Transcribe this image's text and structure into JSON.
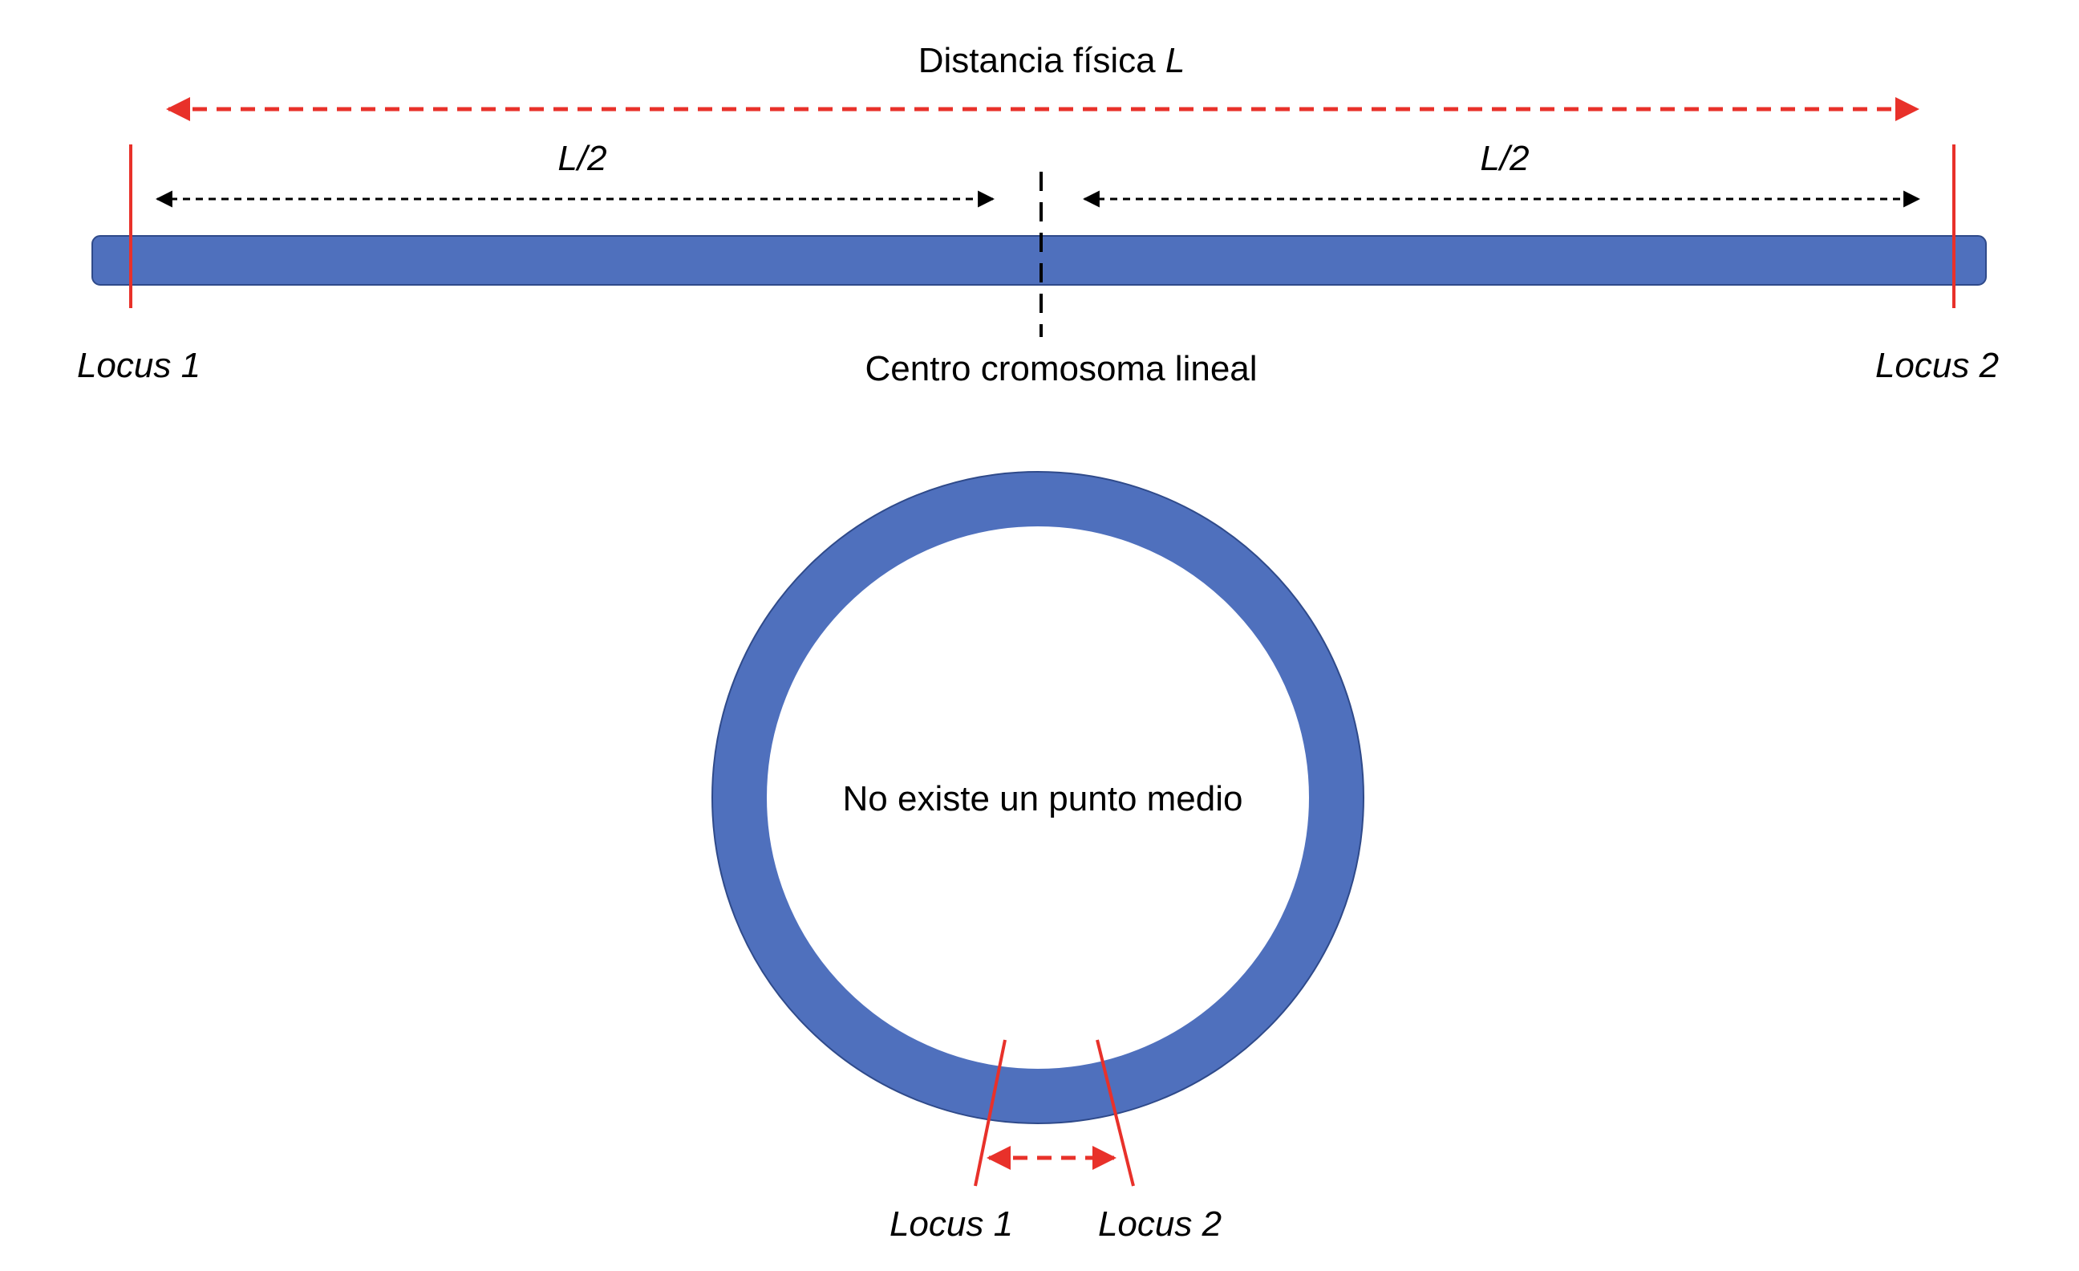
{
  "linear": {
    "title_text": "Distancia física ",
    "title_italic": "L",
    "half_left": "L/2",
    "half_right": "L/2",
    "locus1": "Locus 1",
    "locus2": "Locus 2",
    "center_label": "Centro cromosoma lineal"
  },
  "circular": {
    "center_text": "No existe un punto medio",
    "locus1": "Locus 1",
    "locus2": "Locus 2"
  },
  "colors": {
    "chromosome": "#4F70BD",
    "chromosome_stroke": "#2F4A8A",
    "locus_marker": "#E8312A",
    "dashed_black": "#000000"
  }
}
